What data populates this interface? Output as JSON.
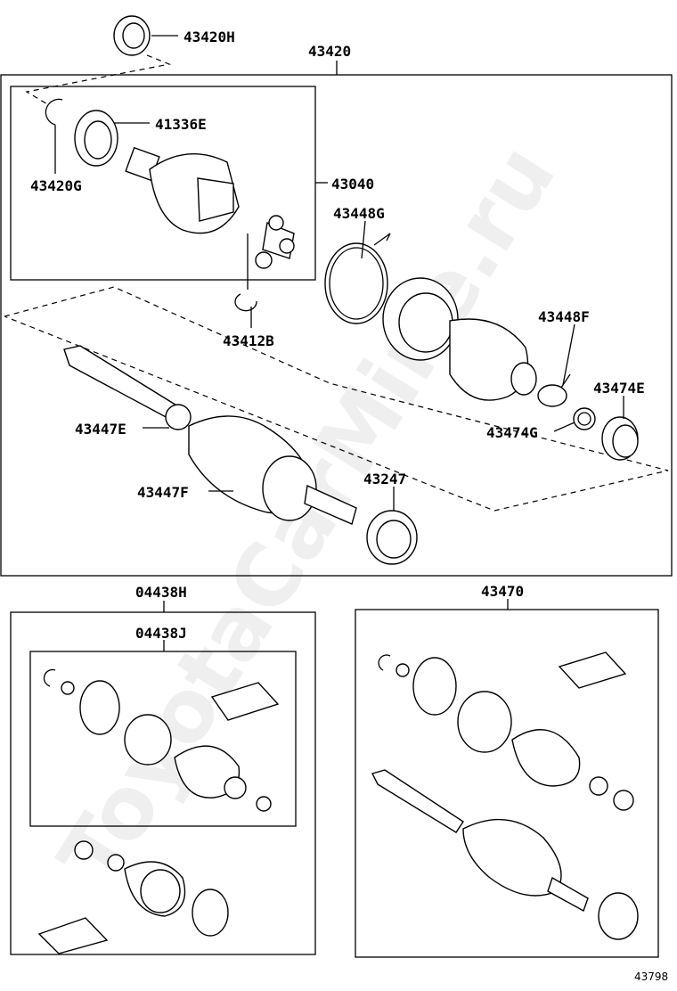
{
  "watermark": "ToyotaCarMine.ru",
  "diagram_id": "43798",
  "labels": {
    "p43420H": "43420H",
    "p43420": "43420",
    "p41336E": "41336E",
    "p43420G": "43420G",
    "p43040": "43040",
    "p43448G": "43448G",
    "p43412B": "43412B",
    "p43448F": "43448F",
    "p43474E": "43474E",
    "p43447E": "43447E",
    "p43474G": "43474G",
    "p43247": "43247",
    "p43447F": "43447F",
    "p04438H": "04438H",
    "p04438J": "04438J",
    "p43470": "43470"
  }
}
